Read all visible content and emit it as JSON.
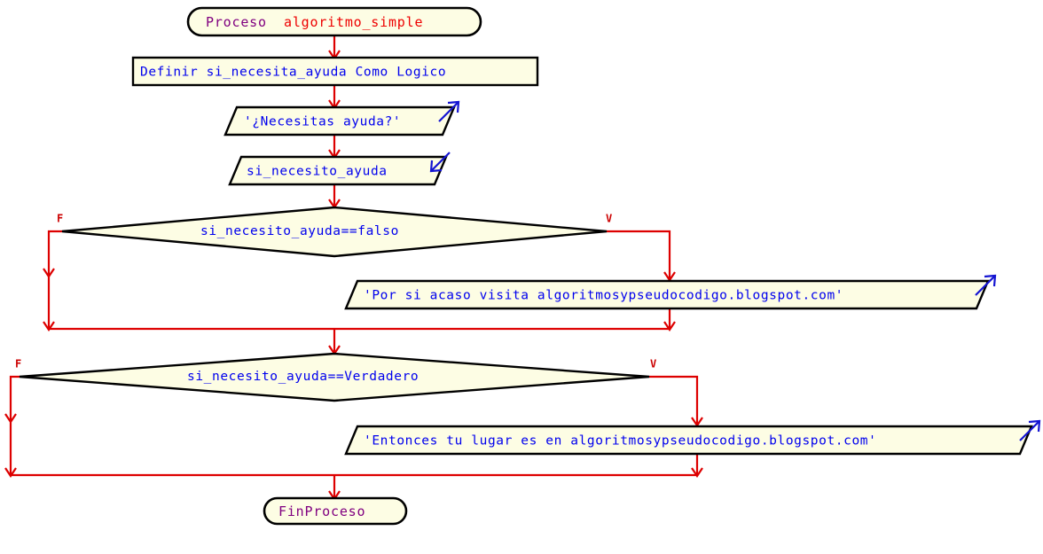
{
  "diagram": {
    "title": "algoritmo_simple",
    "language": "es",
    "tool": "PSeInt flowchart",
    "colors": {
      "shape_fill": "#fdfde4",
      "shape_stroke": "#000000",
      "connector": "#dd0000",
      "expression_text": "#0000ee",
      "keyword_text": "#800080",
      "process_name_text": "#ee0000",
      "branch_label": "#cc0000",
      "io_arrow": "#1414d2",
      "background": "#ffffff"
    }
  },
  "nodes": {
    "start": {
      "type": "terminator",
      "keyword": "Proceso",
      "name": "algoritmo_simple"
    },
    "declare": {
      "type": "process",
      "text": "Definir si_necesita_ayuda Como Logico"
    },
    "output_prompt": {
      "type": "output",
      "text": "'¿Necesitas ayuda?'"
    },
    "input_read": {
      "type": "input",
      "text": "si_necesito_ayuda"
    },
    "decision_falso": {
      "type": "decision",
      "text": "si_necesito_ayuda==falso",
      "false_label": "F",
      "true_label": "V"
    },
    "output_por_si_acaso": {
      "type": "output",
      "text": "'Por si acaso visita algoritmosypseudocodigo.blogspot.com'"
    },
    "decision_verdadero": {
      "type": "decision",
      "text": "si_necesito_ayuda==Verdadero",
      "false_label": "F",
      "true_label": "V"
    },
    "output_entonces": {
      "type": "output",
      "text": "'Entonces tu lugar es en algoritmosypseudocodigo.blogspot.com'"
    },
    "end": {
      "type": "terminator",
      "text": "FinProceso"
    }
  }
}
